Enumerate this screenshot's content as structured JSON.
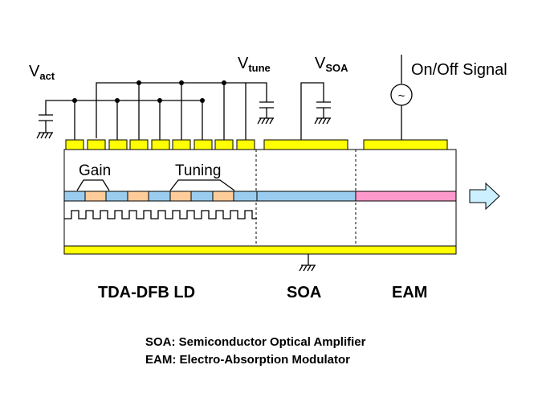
{
  "voltages": {
    "vact": {
      "main": "V",
      "sub": "act"
    },
    "vtune": {
      "main": "V",
      "sub": "tune"
    },
    "vsoa": {
      "main": "V",
      "sub": "SOA"
    },
    "onoff": "On/Off Signal"
  },
  "labels": {
    "gain": "Gain",
    "tuning": "Tuning"
  },
  "sections": {
    "ld": "TDA-DFB LD",
    "soa": "SOA",
    "eam": "EAM"
  },
  "legend": {
    "soa": "SOA: Semiconductor Optical Amplifier",
    "eam": "EAM: Electro-Absorption  Modulator"
  },
  "source_symbol": "~",
  "colors": {
    "electrode": "#ffff00",
    "waveguide_blue": "#99ccee",
    "segment_orange": "#ffcc99",
    "eam_pink": "#ff99cc",
    "arrow_fill": "#ccf0ff",
    "outline": "#000000"
  }
}
